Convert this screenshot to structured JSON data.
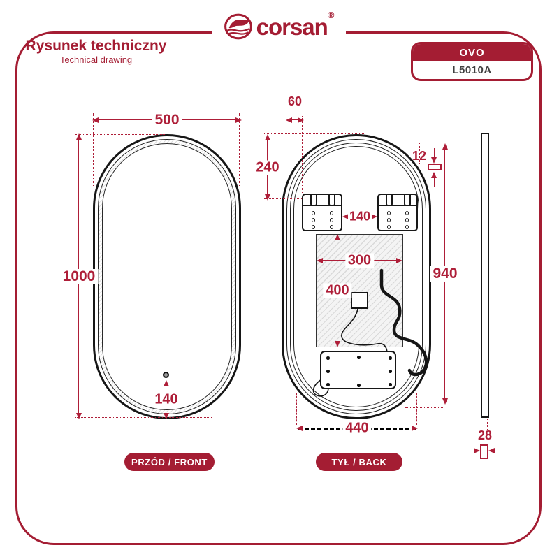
{
  "header": {
    "brand": "corsan",
    "registered": "®",
    "title_pl": "Rysunek techniczny",
    "title_en": "Technical drawing",
    "series": "OVO",
    "model": "L5010A"
  },
  "labels": {
    "front": "PRZÓD / FRONT",
    "back": "TYŁ / BACK"
  },
  "dims": {
    "front_width": "500",
    "front_height": "1000",
    "sensor_bottom_offset": "140",
    "bracket_side_offset": "60",
    "bracket_top_offset": "240",
    "hanger_thickness": "12",
    "bracket_gap": "140",
    "heater_width": "300",
    "heater_height": "400",
    "mount_span_height": "940",
    "bottom_width": "440",
    "depth": "28"
  },
  "colors": {
    "crimson": "#a41d33",
    "dimension_red": "#ae1e38",
    "line_black": "#161616"
  },
  "icons": {
    "brand_icon": "wave-logo-icon"
  }
}
